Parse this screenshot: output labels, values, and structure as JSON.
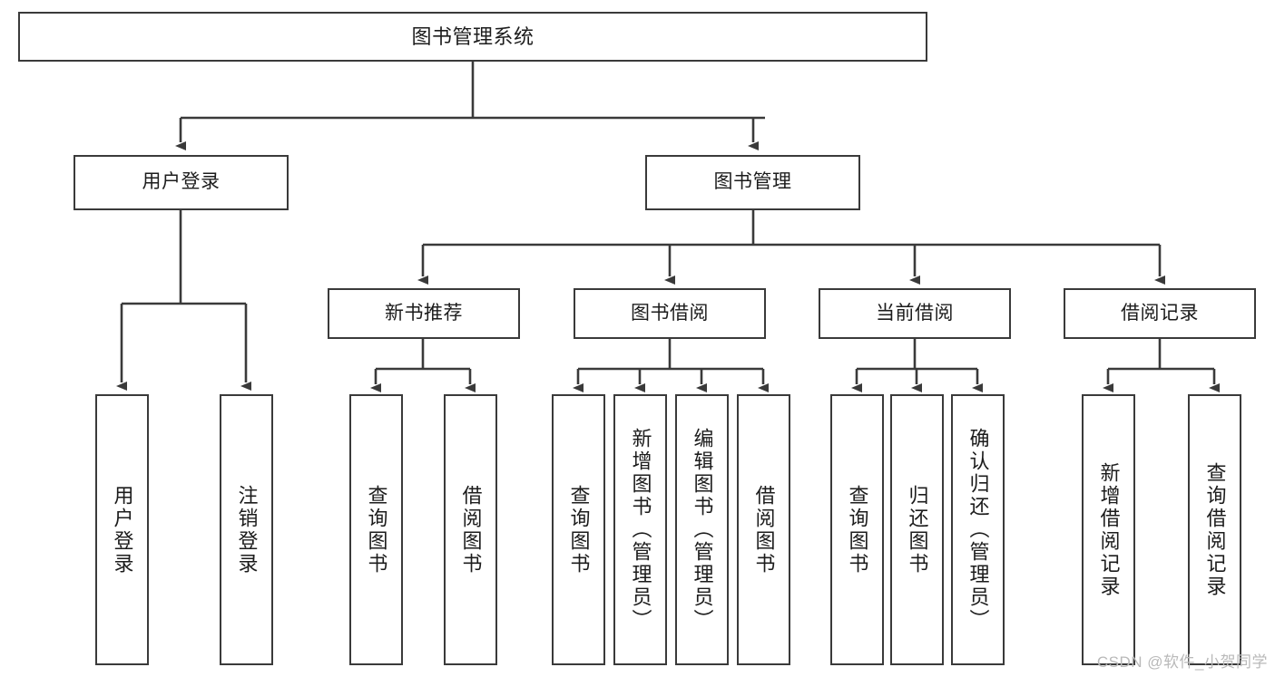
{
  "diagram": {
    "title": "图书管理系统",
    "type": "tree",
    "colors": {
      "background": "#ffffff",
      "box_border": "#3a3a3a",
      "box_fill": "#ffffff",
      "connector": "#3a3a3a",
      "text": "#1c1c1c",
      "watermark": "#b9b9b9"
    },
    "root": {
      "label": "图书管理系统"
    },
    "level2": [
      {
        "label": "用户登录"
      },
      {
        "label": "图书管理"
      }
    ],
    "level3": [
      {
        "label": "新书推荐"
      },
      {
        "label": "图书借阅"
      },
      {
        "label": "当前借阅"
      },
      {
        "label": "借阅记录"
      }
    ],
    "leaves": {
      "user_login": [
        {
          "label": "用户登录"
        },
        {
          "label": "注销登录"
        }
      ],
      "new_book_recommend": [
        {
          "label": "查询图书"
        },
        {
          "label": "借阅图书"
        }
      ],
      "book_borrow": [
        {
          "label": "查询图书"
        },
        {
          "label": "新增图书（管理员）"
        },
        {
          "label": "编辑图书（管理员）"
        },
        {
          "label": "借阅图书"
        }
      ],
      "current_borrow": [
        {
          "label": "查询图书"
        },
        {
          "label": "归还图书"
        },
        {
          "label": "确认归还（管理员）"
        }
      ],
      "borrow_record": [
        {
          "label": "新增借阅记录"
        },
        {
          "label": "查询借阅记录"
        }
      ]
    }
  },
  "watermark": {
    "text": "CSDN @软件_小贺同学"
  }
}
